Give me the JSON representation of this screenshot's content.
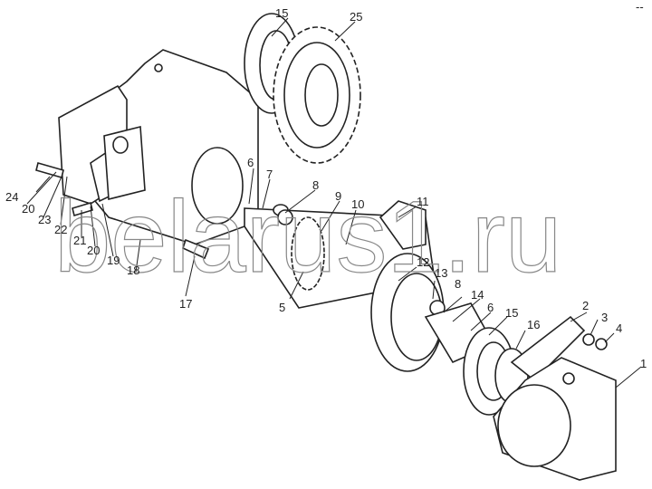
{
  "diagram": {
    "corner_mark": "--",
    "watermark": "belarus1.ru",
    "callouts": [
      {
        "id": "c15a",
        "text": "15"
      },
      {
        "id": "c25",
        "text": "25"
      },
      {
        "id": "c6a",
        "text": "6"
      },
      {
        "id": "c7",
        "text": "7"
      },
      {
        "id": "c8a",
        "text": "8"
      },
      {
        "id": "c9",
        "text": "9"
      },
      {
        "id": "c10",
        "text": "10"
      },
      {
        "id": "c11",
        "text": "11"
      },
      {
        "id": "c24",
        "text": "24"
      },
      {
        "id": "c20a",
        "text": "20"
      },
      {
        "id": "c23",
        "text": "23"
      },
      {
        "id": "c22",
        "text": "22"
      },
      {
        "id": "c21",
        "text": "21"
      },
      {
        "id": "c20b",
        "text": "20"
      },
      {
        "id": "c19",
        "text": "19"
      },
      {
        "id": "c18",
        "text": "18"
      },
      {
        "id": "c17",
        "text": "17"
      },
      {
        "id": "c5",
        "text": "5"
      },
      {
        "id": "c12",
        "text": "12"
      },
      {
        "id": "c13",
        "text": "13"
      },
      {
        "id": "c8b",
        "text": "8"
      },
      {
        "id": "c14",
        "text": "14"
      },
      {
        "id": "c6b",
        "text": "6"
      },
      {
        "id": "c15b",
        "text": "15"
      },
      {
        "id": "c16",
        "text": "16"
      },
      {
        "id": "c2",
        "text": "2"
      },
      {
        "id": "c3",
        "text": "3"
      },
      {
        "id": "c4",
        "text": "4"
      },
      {
        "id": "c1",
        "text": "1"
      }
    ]
  }
}
